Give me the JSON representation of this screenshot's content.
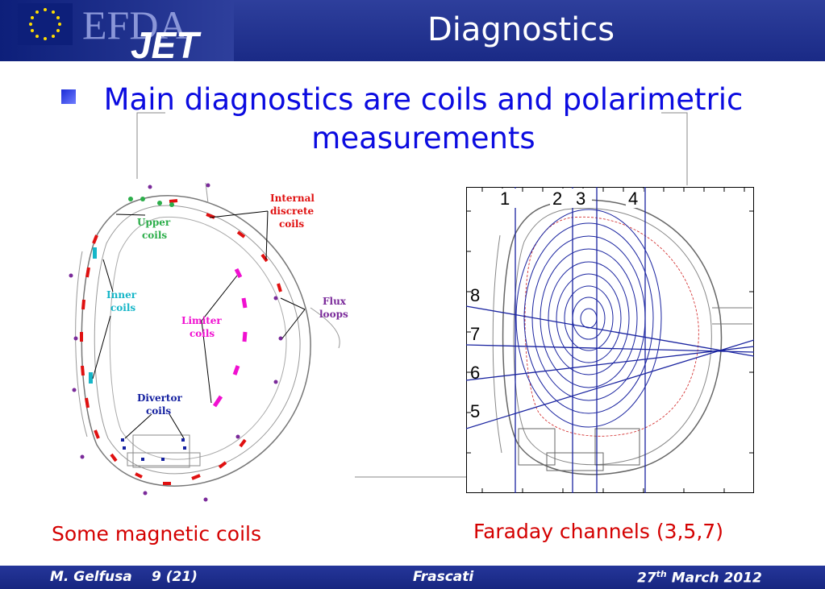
{
  "header": {
    "logo_text_efda": "EFDA",
    "logo_text_jet": "JET",
    "title": "Diagnostics"
  },
  "main": {
    "bullet_text": "Main diagnostics are coils and polarimetric measurements"
  },
  "left_figure": {
    "labels": {
      "upper": [
        "Upper",
        "coils"
      ],
      "inner": [
        "Inner",
        "coils"
      ],
      "internal": [
        "Internal",
        "discrete",
        "coils"
      ],
      "flux": [
        "Flux",
        "loops"
      ],
      "limiter": [
        "Limiter",
        "coils"
      ],
      "divertor": [
        "Divertor",
        "coils"
      ]
    },
    "colors": {
      "upper": "#2cae4a",
      "inner": "#16b6c8",
      "internal": "#e01010",
      "flux": "#7a2a9a",
      "limiter": "#f010d0",
      "divertor": "#1420a0"
    },
    "caption": "Some magnetic coils"
  },
  "right_figure": {
    "channel_numbers_top": [
      "1",
      "2",
      "3",
      "4"
    ],
    "channel_numbers_left": [
      "8",
      "7",
      "6",
      "5"
    ],
    "caption": "Faraday channels (3,5,7)"
  },
  "footer": {
    "author": "M. Gelfusa",
    "page": "9 (21)",
    "place": "Frascati",
    "date_day": "27",
    "date_sup": "th",
    "date_rest": "March 2012"
  }
}
